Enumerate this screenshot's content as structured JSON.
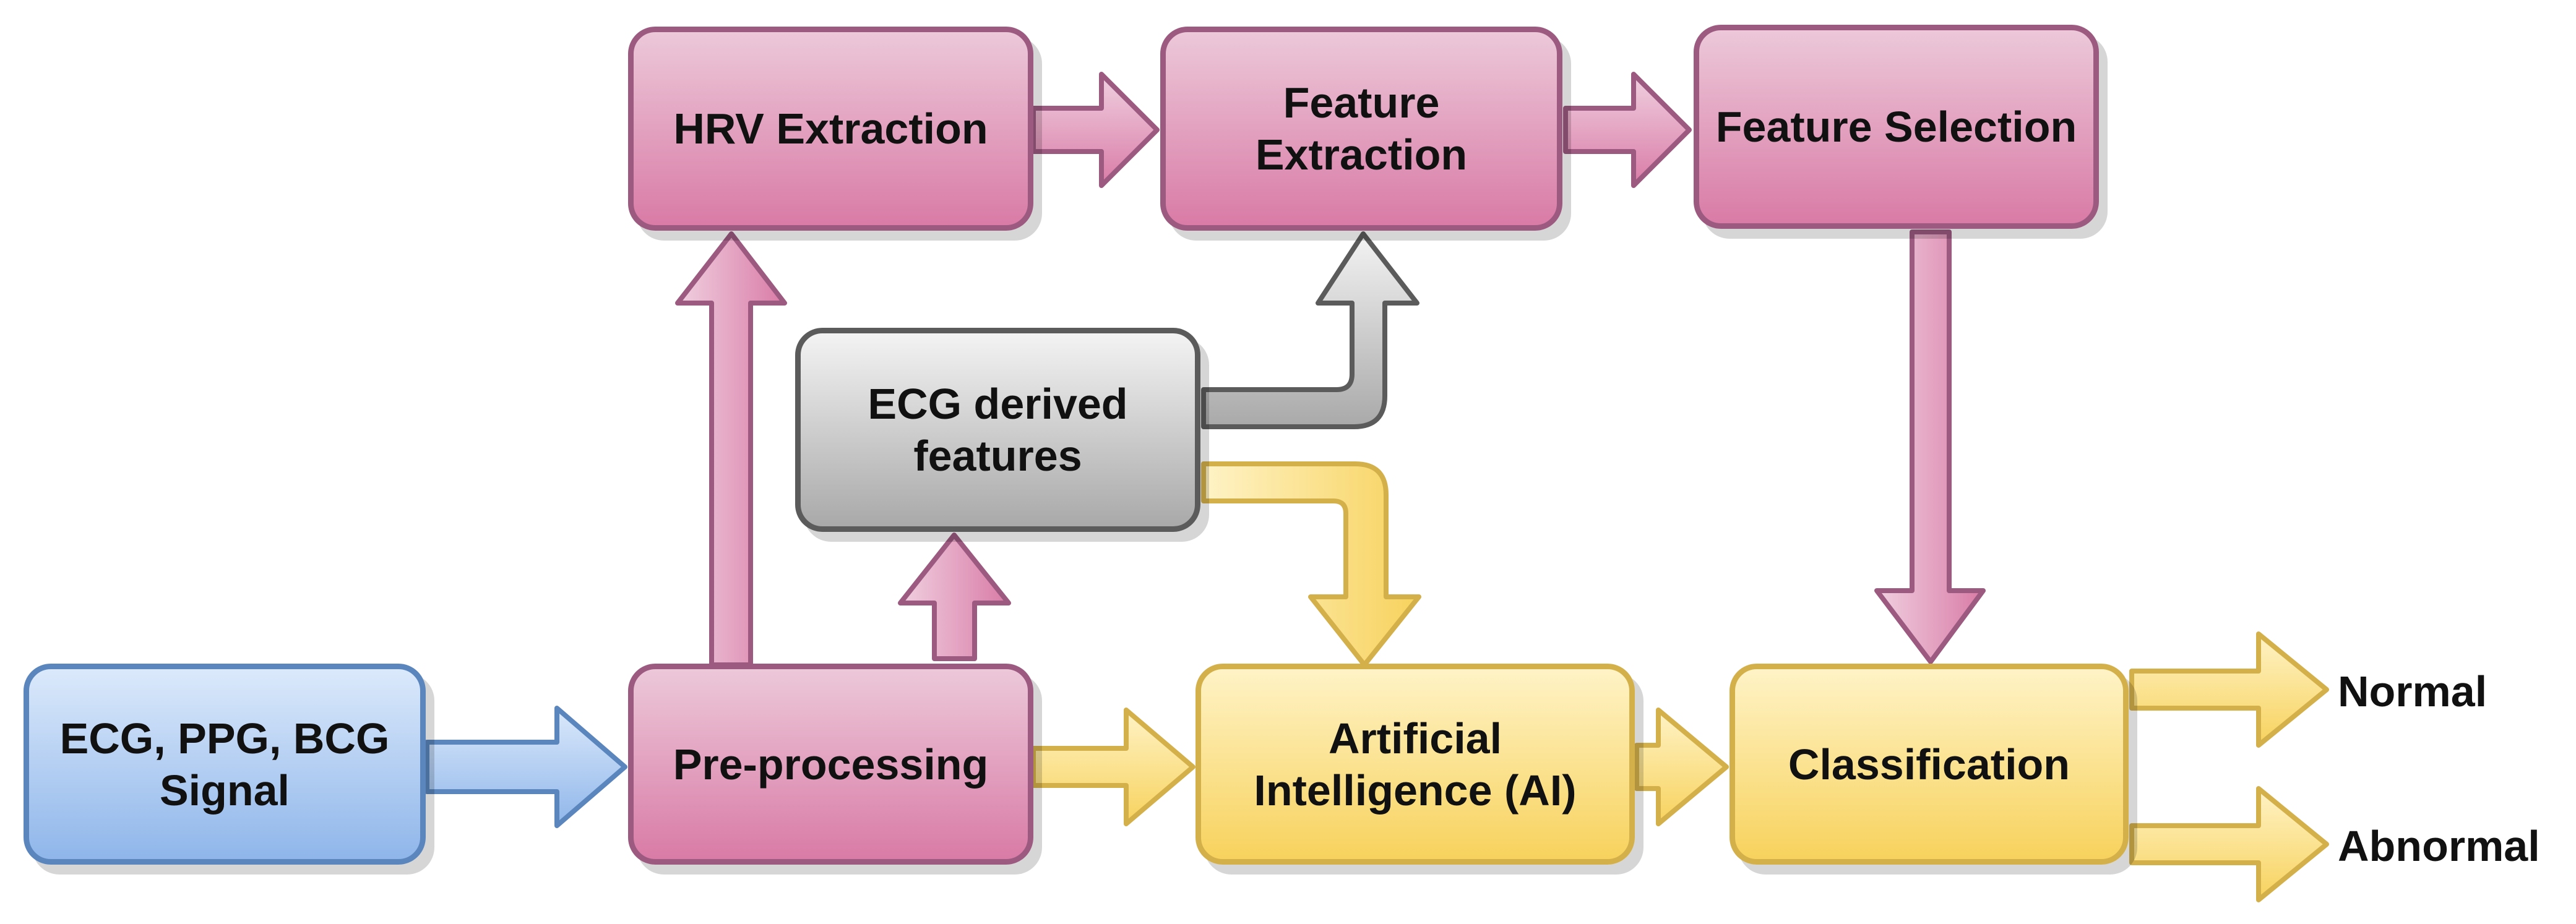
{
  "boxes": {
    "signal": "ECG, PPG, BCG\nSignal",
    "preprocessing": "Pre-processing",
    "hrv": "HRV Extraction",
    "feature_extraction": "Feature\nExtraction",
    "feature_selection": "Feature Selection",
    "ecg_derived": "ECG derived\nfeatures",
    "ai": "Artificial\nIntelligence (AI)",
    "classification": "Classification"
  },
  "outputs": {
    "normal": "Normal",
    "abnormal": "Abnormal"
  },
  "colors": {
    "pink_fill": "#d97ba6",
    "pink_border": "#9c5a80",
    "gray_fill": "#a9a9a9",
    "gray_border": "#5b5b5b",
    "yellow_fill": "#f7d25d",
    "yellow_border": "#d4b04a",
    "blue_fill": "#8fb6ea",
    "blue_border": "#5a86bd"
  }
}
